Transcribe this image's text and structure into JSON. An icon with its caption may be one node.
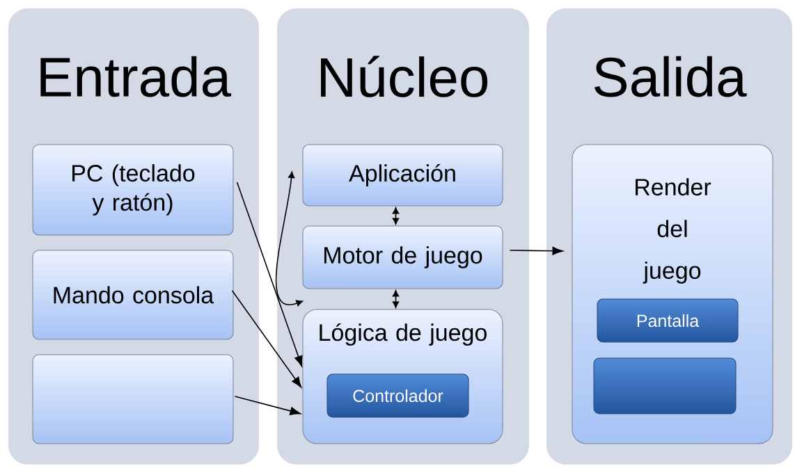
{
  "diagram": {
    "nodes": [
      {
        "text": [
          "Entrada"
        ]
      },
      {
        "text": [
          "PC (teclado y ratón)"
        ],
        "in": 0
      },
      {
        "text": [
          "Mando consola"
        ],
        "in": 0
      },
      {
        "text": [],
        "shape": "box",
        "in": 0
      },
      {
        "text": [
          "Núcleo"
        ]
      },
      {
        "text": [
          "Aplicación"
        ],
        "in": 4
      },
      {
        "text": [
          "Motor de juego"
        ],
        "in": 4
      },
      {
        "text": [
          "Lógica de juego"
        ],
        "in": 4
      },
      {
        "text": [
          "Controlador"
        ],
        "in": 7
      },
      {
        "text": [
          "Salida"
        ]
      },
      {
        "text": [
          "Render del juego"
        ],
        "in": 9
      },
      {
        "text": [
          "Pantalla"
        ],
        "in": 10
      },
      {
        "text": [],
        "shape": "box",
        "in": 10
      }
    ],
    "edges": [
      {
        "from": 1,
        "to": 7,
        "arrow": "to"
      },
      {
        "from": 2,
        "to": 7,
        "arrow": "to"
      },
      {
        "from": 3,
        "to": 7,
        "arrow": "to"
      },
      {
        "from": 7,
        "to": 5,
        "arrow": "both"
      },
      {
        "from": 5,
        "to": 6,
        "arrow": "both"
      },
      {
        "from": 6,
        "to": 7,
        "arrow": "both"
      },
      {
        "from": 6,
        "to": 10,
        "arrow": "to"
      }
    ]
  }
}
